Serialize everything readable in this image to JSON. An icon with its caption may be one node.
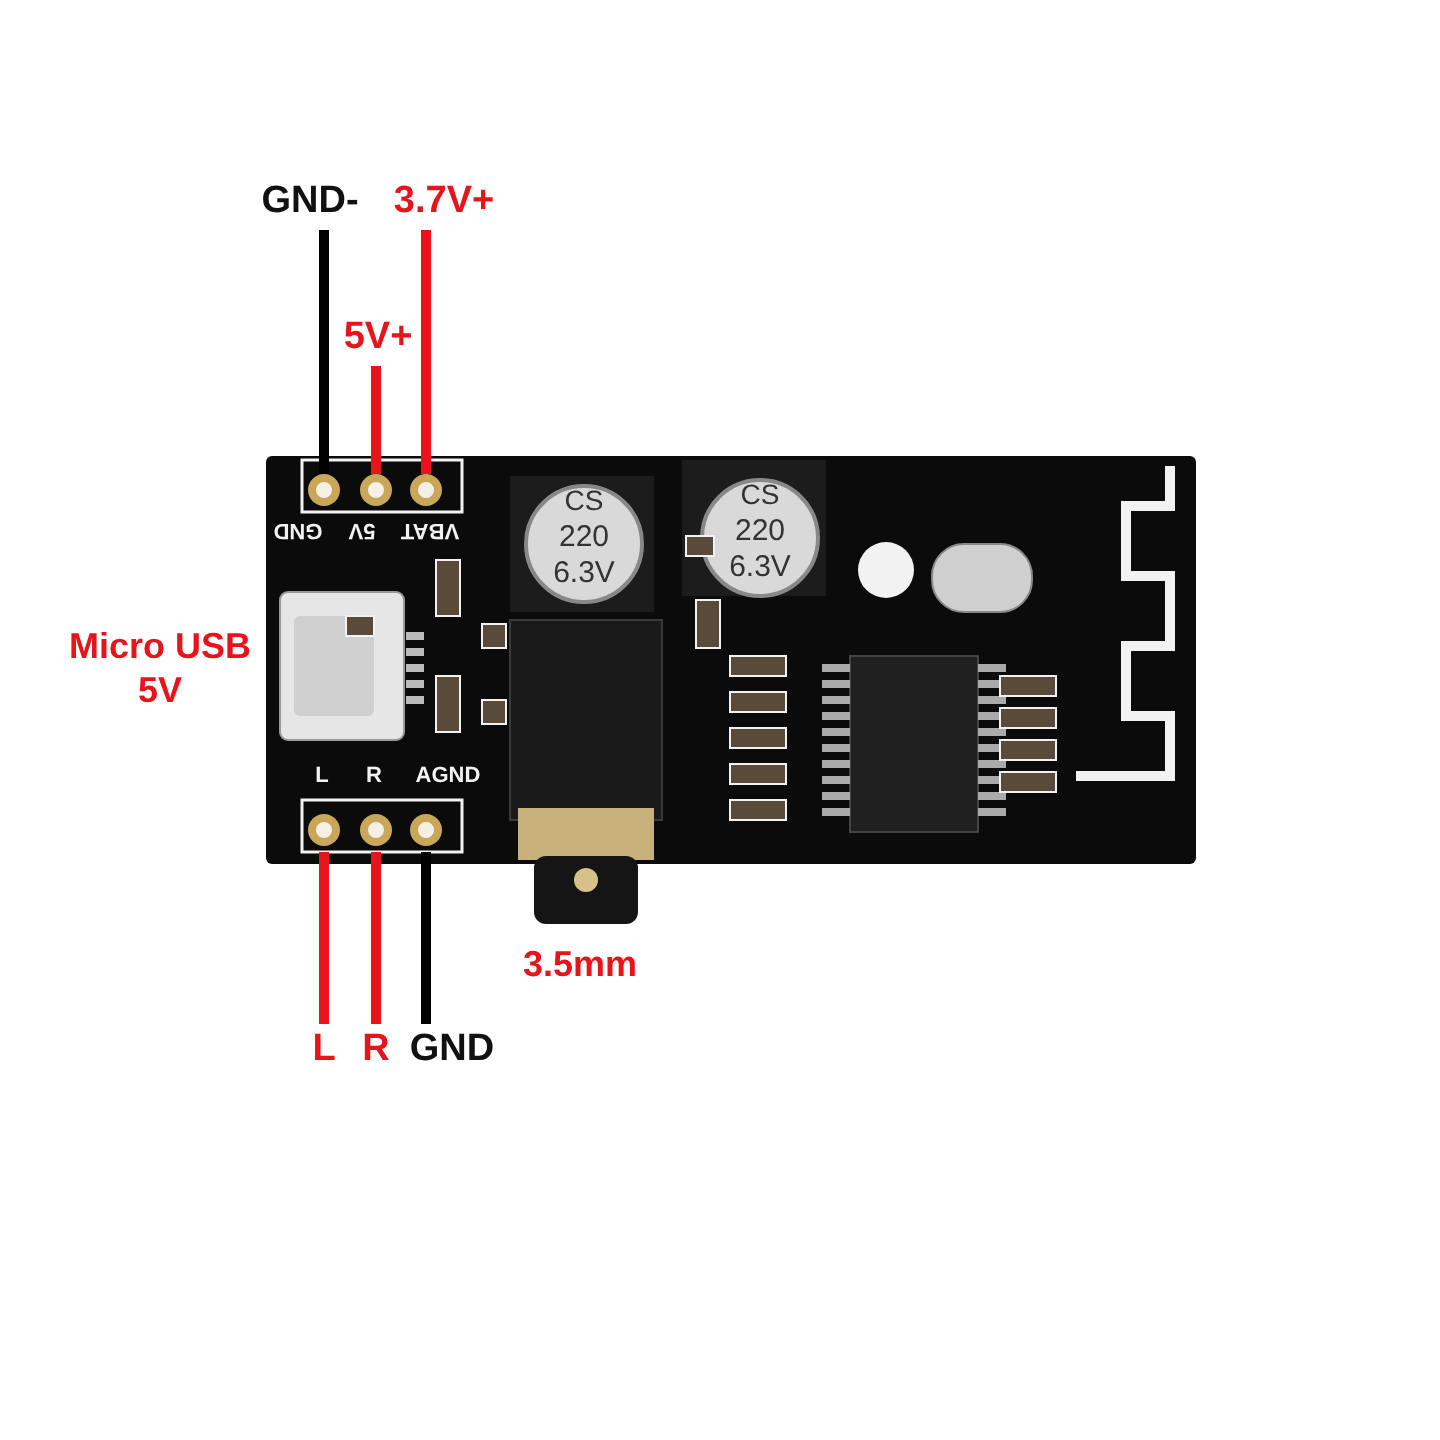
{
  "diagram": {
    "nodes": [
      {
        "text": [
          "GND-"
        ]
      },
      {
        "text": [
          "3.7V+"
        ]
      },
      {
        "text": [
          "5V+"
        ]
      },
      {
        "text": [],
        "shape": "circle"
      },
      {
        "text": [],
        "shape": "circle"
      },
      {
        "text": [],
        "shape": "circle"
      },
      {
        "text": [],
        "shape": "circle"
      },
      {
        "text": [],
        "shape": "circle"
      },
      {
        "text": [],
        "shape": "circle"
      },
      {
        "text": [
          "L"
        ]
      },
      {
        "text": [
          "R"
        ]
      },
      {
        "text": [
          "GND"
        ]
      }
    ],
    "edges": [
      {
        "from": 0,
        "to": 3,
        "arrow": "none",
        "color": "#000000"
      },
      {
        "from": 1,
        "to": 5,
        "arrow": "none"
      },
      {
        "from": 2,
        "to": 4,
        "arrow": "none"
      },
      {
        "from": 9,
        "to": 6,
        "arrow": "none"
      },
      {
        "from": 10,
        "to": 7,
        "arrow": "none"
      },
      {
        "from": 11,
        "to": 8,
        "arrow": "none",
        "color": "#000000"
      }
    ],
    "labels": [
      "GND",
      "5V",
      "VBAT",
      "CS",
      "220",
      "6.3V",
      "CS",
      "220",
      "6.3V",
      "Micro USB 5V",
      "L",
      "R",
      "AGND",
      "3.5mm"
    ]
  }
}
